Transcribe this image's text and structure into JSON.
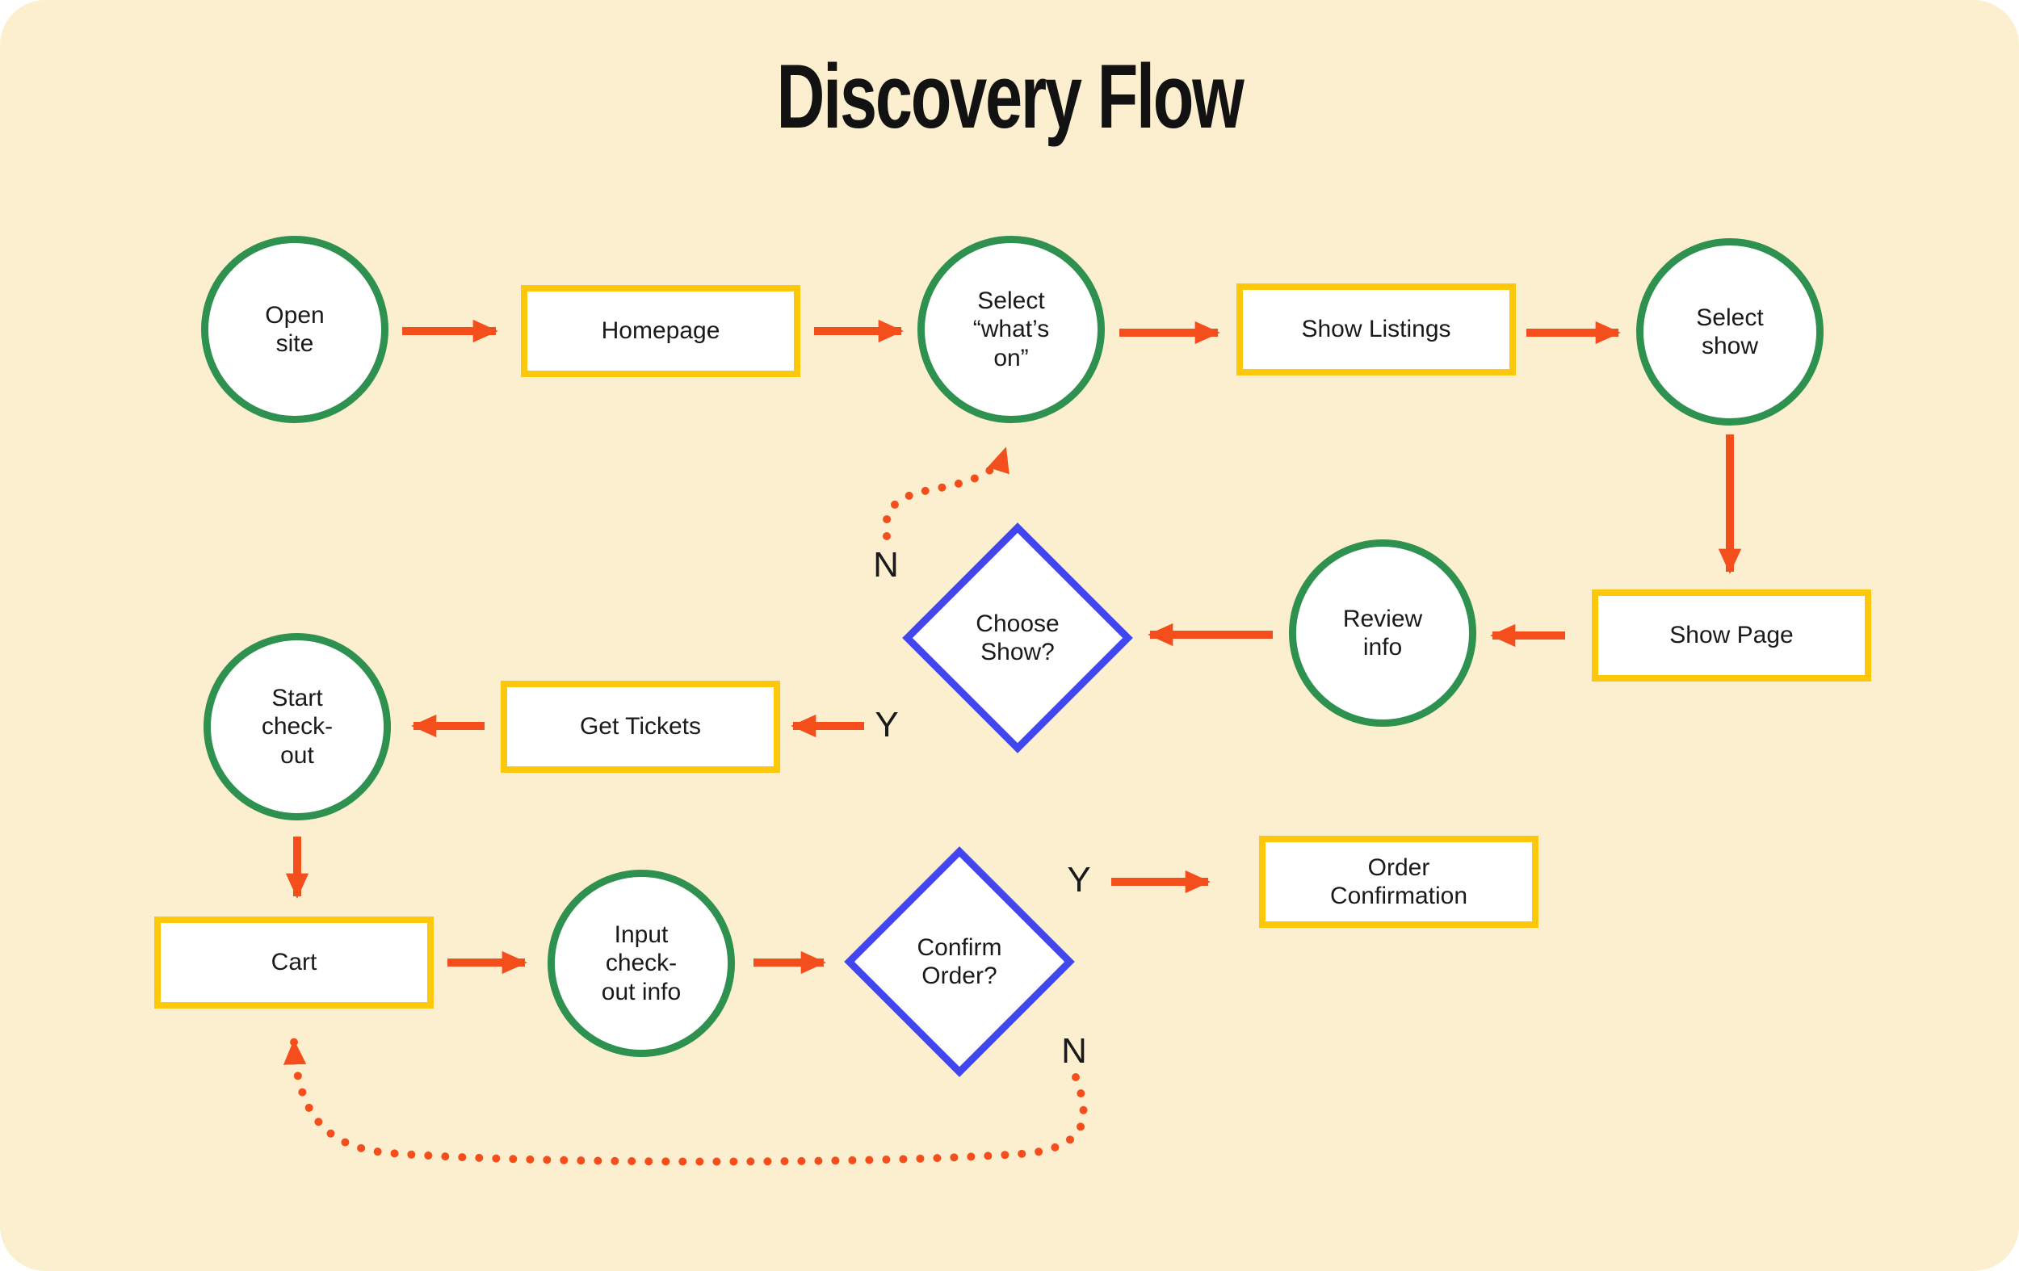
{
  "title": "Discovery Flow",
  "colors": {
    "canvas_background": "#FCEFD0",
    "page_background": "#FFFFFF",
    "node_fill": "#FFFFFF",
    "circle_border": "#2E9150",
    "rect_border": "#FDC70A",
    "diamond_border": "#4146EE",
    "arrow": "#F34E1B",
    "text": "#1A1A1A"
  },
  "nodes": {
    "open_site": {
      "label": "Open\nsite",
      "shape": "circle"
    },
    "homepage": {
      "label": "Homepage",
      "shape": "rect"
    },
    "select_whats_on": {
      "label": "Select\n“what’s\non”",
      "shape": "circle"
    },
    "show_listings": {
      "label": "Show Listings",
      "shape": "rect"
    },
    "select_show": {
      "label": "Select\nshow",
      "shape": "circle"
    },
    "show_page": {
      "label": "Show Page",
      "shape": "rect"
    },
    "review_info": {
      "label": "Review\ninfo",
      "shape": "circle"
    },
    "choose_show": {
      "label": "Choose\nShow?",
      "shape": "diamond"
    },
    "get_tickets": {
      "label": "Get Tickets",
      "shape": "rect"
    },
    "start_checkout": {
      "label": "Start\ncheck-\nout",
      "shape": "circle"
    },
    "cart": {
      "label": "Cart",
      "shape": "rect"
    },
    "input_checkout": {
      "label": "Input\ncheck-\nout info",
      "shape": "circle"
    },
    "confirm_order": {
      "label": "Confirm\nOrder?",
      "shape": "diamond"
    },
    "order_confirmation": {
      "label": "Order\nConfirmation",
      "shape": "rect"
    }
  },
  "branch_labels": {
    "choose_show_no": "N",
    "choose_show_yes": "Y",
    "confirm_order_yes": "Y",
    "confirm_order_no": "N"
  },
  "edges": [
    {
      "from": "open_site",
      "to": "homepage",
      "style": "solid"
    },
    {
      "from": "homepage",
      "to": "select_whats_on",
      "style": "solid"
    },
    {
      "from": "select_whats_on",
      "to": "show_listings",
      "style": "solid"
    },
    {
      "from": "show_listings",
      "to": "select_show",
      "style": "solid"
    },
    {
      "from": "select_show",
      "to": "show_page",
      "style": "solid"
    },
    {
      "from": "show_page",
      "to": "review_info",
      "style": "solid"
    },
    {
      "from": "review_info",
      "to": "choose_show",
      "style": "solid"
    },
    {
      "from": "choose_show",
      "to": "get_tickets",
      "style": "solid",
      "label": "Y"
    },
    {
      "from": "get_tickets",
      "to": "start_checkout",
      "style": "solid"
    },
    {
      "from": "start_checkout",
      "to": "cart",
      "style": "solid"
    },
    {
      "from": "cart",
      "to": "input_checkout",
      "style": "solid"
    },
    {
      "from": "input_checkout",
      "to": "confirm_order",
      "style": "solid"
    },
    {
      "from": "confirm_order",
      "to": "order_confirmation",
      "style": "solid",
      "label": "Y"
    },
    {
      "from": "choose_show",
      "to": "select_whats_on",
      "style": "dotted",
      "label": "N"
    },
    {
      "from": "confirm_order",
      "to": "cart",
      "style": "dotted",
      "label": "N"
    }
  ]
}
